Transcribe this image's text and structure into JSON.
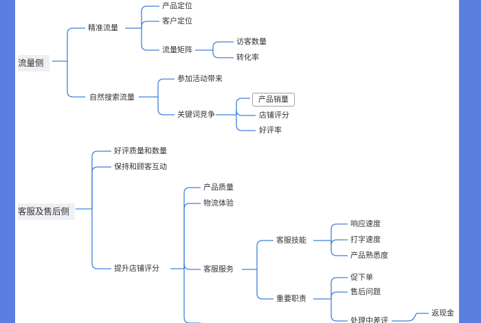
{
  "roots": {
    "traffic": "流量侧",
    "service": "客服及售后侧"
  },
  "nodes": {
    "precise_traffic": "精准流量",
    "product_positioning": "产品定位",
    "customer_positioning": "客户定位",
    "traffic_matrix": "流量矩阵",
    "visitor_count": "访客数量",
    "conversion_rate": "转化率",
    "natural_search": "自然搜索流量",
    "activity_traffic": "参加活动带来",
    "keyword_competition": "关键词竞争",
    "product_sales": "产品销量",
    "store_rating": "店铺评分",
    "positive_rate": "好评率",
    "review_quality": "好评质量和数量",
    "customer_interaction": "保持和顾客互动",
    "improve_store_rating": "提升店铺评分",
    "product_quality": "产品质量",
    "logistics": "物流体验",
    "customer_service": "客服服务",
    "service_skills": "客服技能",
    "response_speed": "响应速度",
    "typing_speed": "打字速度",
    "product_familiarity": "产品熟悉度",
    "key_duties": "重要职责",
    "promote_order": "促下单",
    "after_sales": "售后问题",
    "handle_bad_review": "处理中差评",
    "cash_back": "返现金"
  },
  "colors": {
    "frame": "#5b7fe0",
    "connector": "#3f7fd8",
    "root_background": "#eef0f4"
  }
}
